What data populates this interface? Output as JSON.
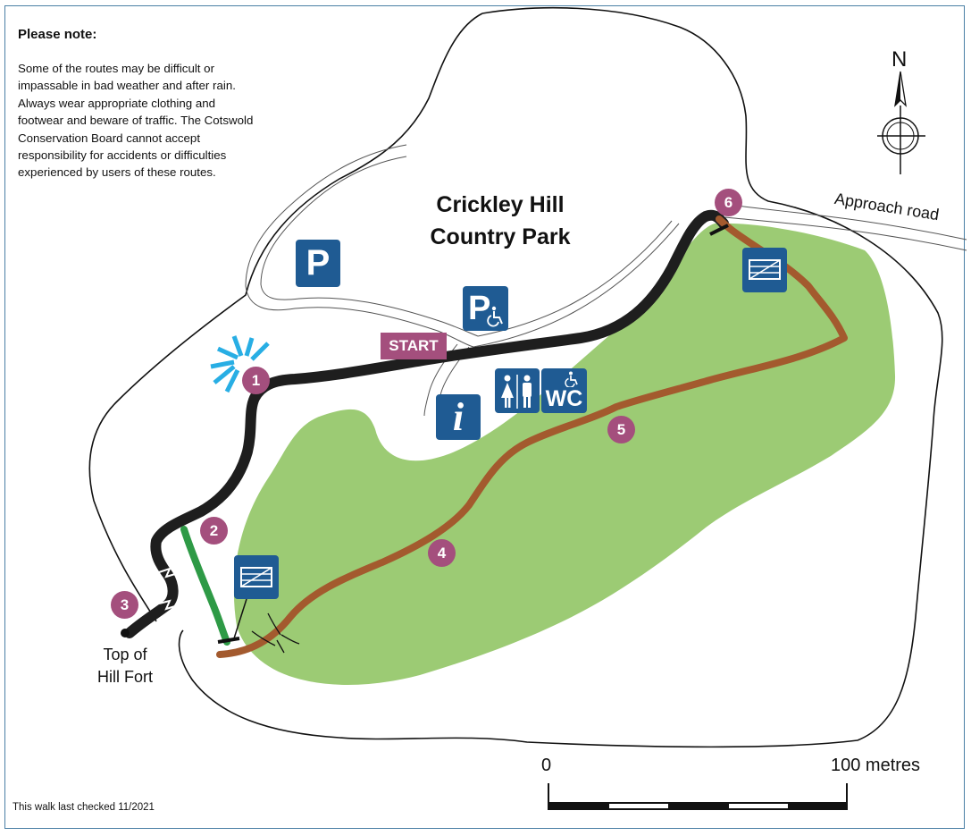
{
  "note": {
    "title": "Please note:",
    "body": "Some of the routes may be difficult or impassable in bad weather and after rain. Always wear appropriate clothing and footwear and beware of traffic. The Cotswold Conservation Board cannot accept responsibility for accidents or difficulties experienced by users of these routes."
  },
  "park_name_line1": "Crickley Hill",
  "park_name_line2": "Country Park",
  "start_label": "START",
  "approach_road_label": "Approach road",
  "hill_fort_line1": "Top of",
  "hill_fort_line2": "Hill Fort",
  "compass_label": "N",
  "scale": {
    "start_label": "0",
    "end_label": "100 metres"
  },
  "last_checked": "This walk last checked 11/2021",
  "markers": [
    "1",
    "2",
    "3",
    "4",
    "5",
    "6"
  ],
  "wc_label": "WC",
  "info_label": "i",
  "parking_label": "P",
  "icons": [
    "parking-icon",
    "disabled-parking-icon",
    "toilets-icon",
    "accessible-wc-icon",
    "information-icon",
    "gate-icon",
    "viewpoint-icon",
    "compass-icon"
  ],
  "colors": {
    "woodland": "#9ccb74",
    "road_route": "#1e1e1e",
    "green_route": "#2e9a46",
    "brown_route": "#a35a2e",
    "marker": "#a44f7d",
    "sign": "#1f5b93",
    "viewpoint": "#28aee4",
    "frame": "#4a7fa5"
  }
}
